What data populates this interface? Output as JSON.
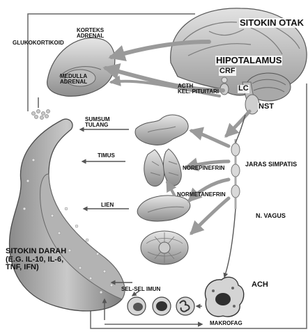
{
  "labels": {
    "sitokin_otak": "SITOKIN OTAK",
    "hipotalamus": "HIPOTALAMUS",
    "crf": "CRF",
    "lc": "LC",
    "nst": "NST",
    "korteks_adrenal": "KORTEKS\nADRENAL",
    "glukokortikoid": "GLUKOKORTIKOID",
    "medulla_adrenal": "MEDULLA\nADRENAL",
    "acth_pituitari": "ACTH\nKEL. PITUITARI",
    "sumsum_tulang": "SUMSUM\nTULANG",
    "timus": "TIMUS",
    "norepinefrin": "NOREPINEFRIN",
    "jaras_simpatis": "JARAS SIMPATIS",
    "normetanefrin": "NORMETANEFRIN",
    "lien": "LIEN",
    "n_vagus": "N. VAGUS",
    "sitokin_darah": "SITOKIN DARAH\n(E.G. IL-10, IL-6,\nTNF, IFN)",
    "sel_sel_imun": "SEL-SEL IMUN",
    "ach": "ACH",
    "makrofag": "MAKROFAG"
  }
}
